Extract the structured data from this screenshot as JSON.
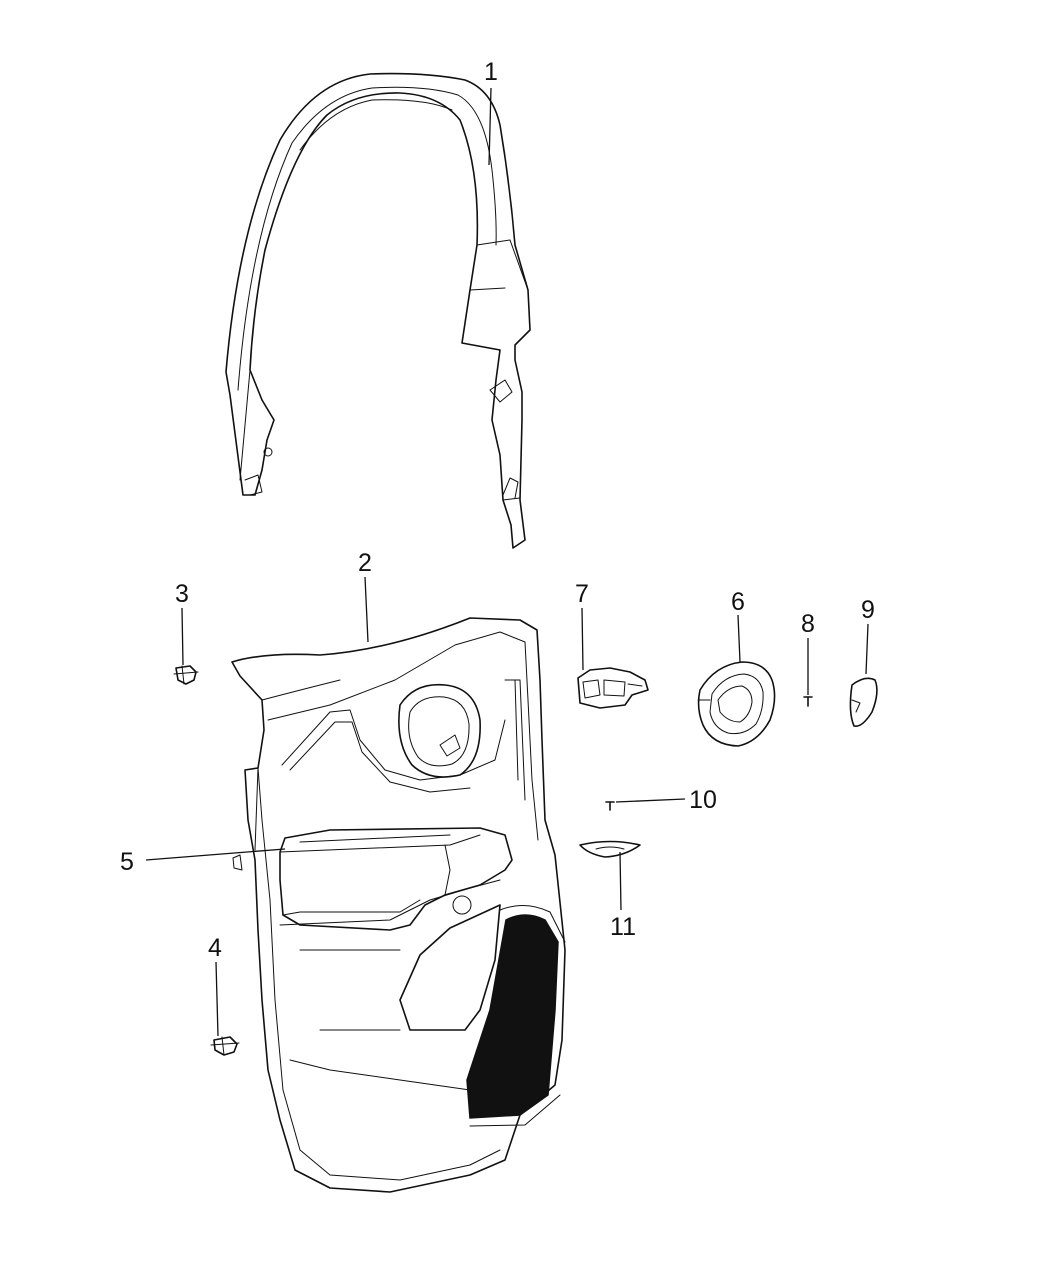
{
  "diagram": {
    "callouts": [
      {
        "id": "1",
        "label": "1"
      },
      {
        "id": "2",
        "label": "2"
      },
      {
        "id": "3",
        "label": "3"
      },
      {
        "id": "4",
        "label": "4"
      },
      {
        "id": "5",
        "label": "5"
      },
      {
        "id": "6",
        "label": "6"
      },
      {
        "id": "7",
        "label": "7"
      },
      {
        "id": "8",
        "label": "8"
      },
      {
        "id": "9",
        "label": "9"
      },
      {
        "id": "10",
        "label": "10"
      },
      {
        "id": "11",
        "label": "11"
      }
    ],
    "colors": {
      "line": "#111111",
      "fill": "#ffffff",
      "pocket": "#111111"
    }
  }
}
